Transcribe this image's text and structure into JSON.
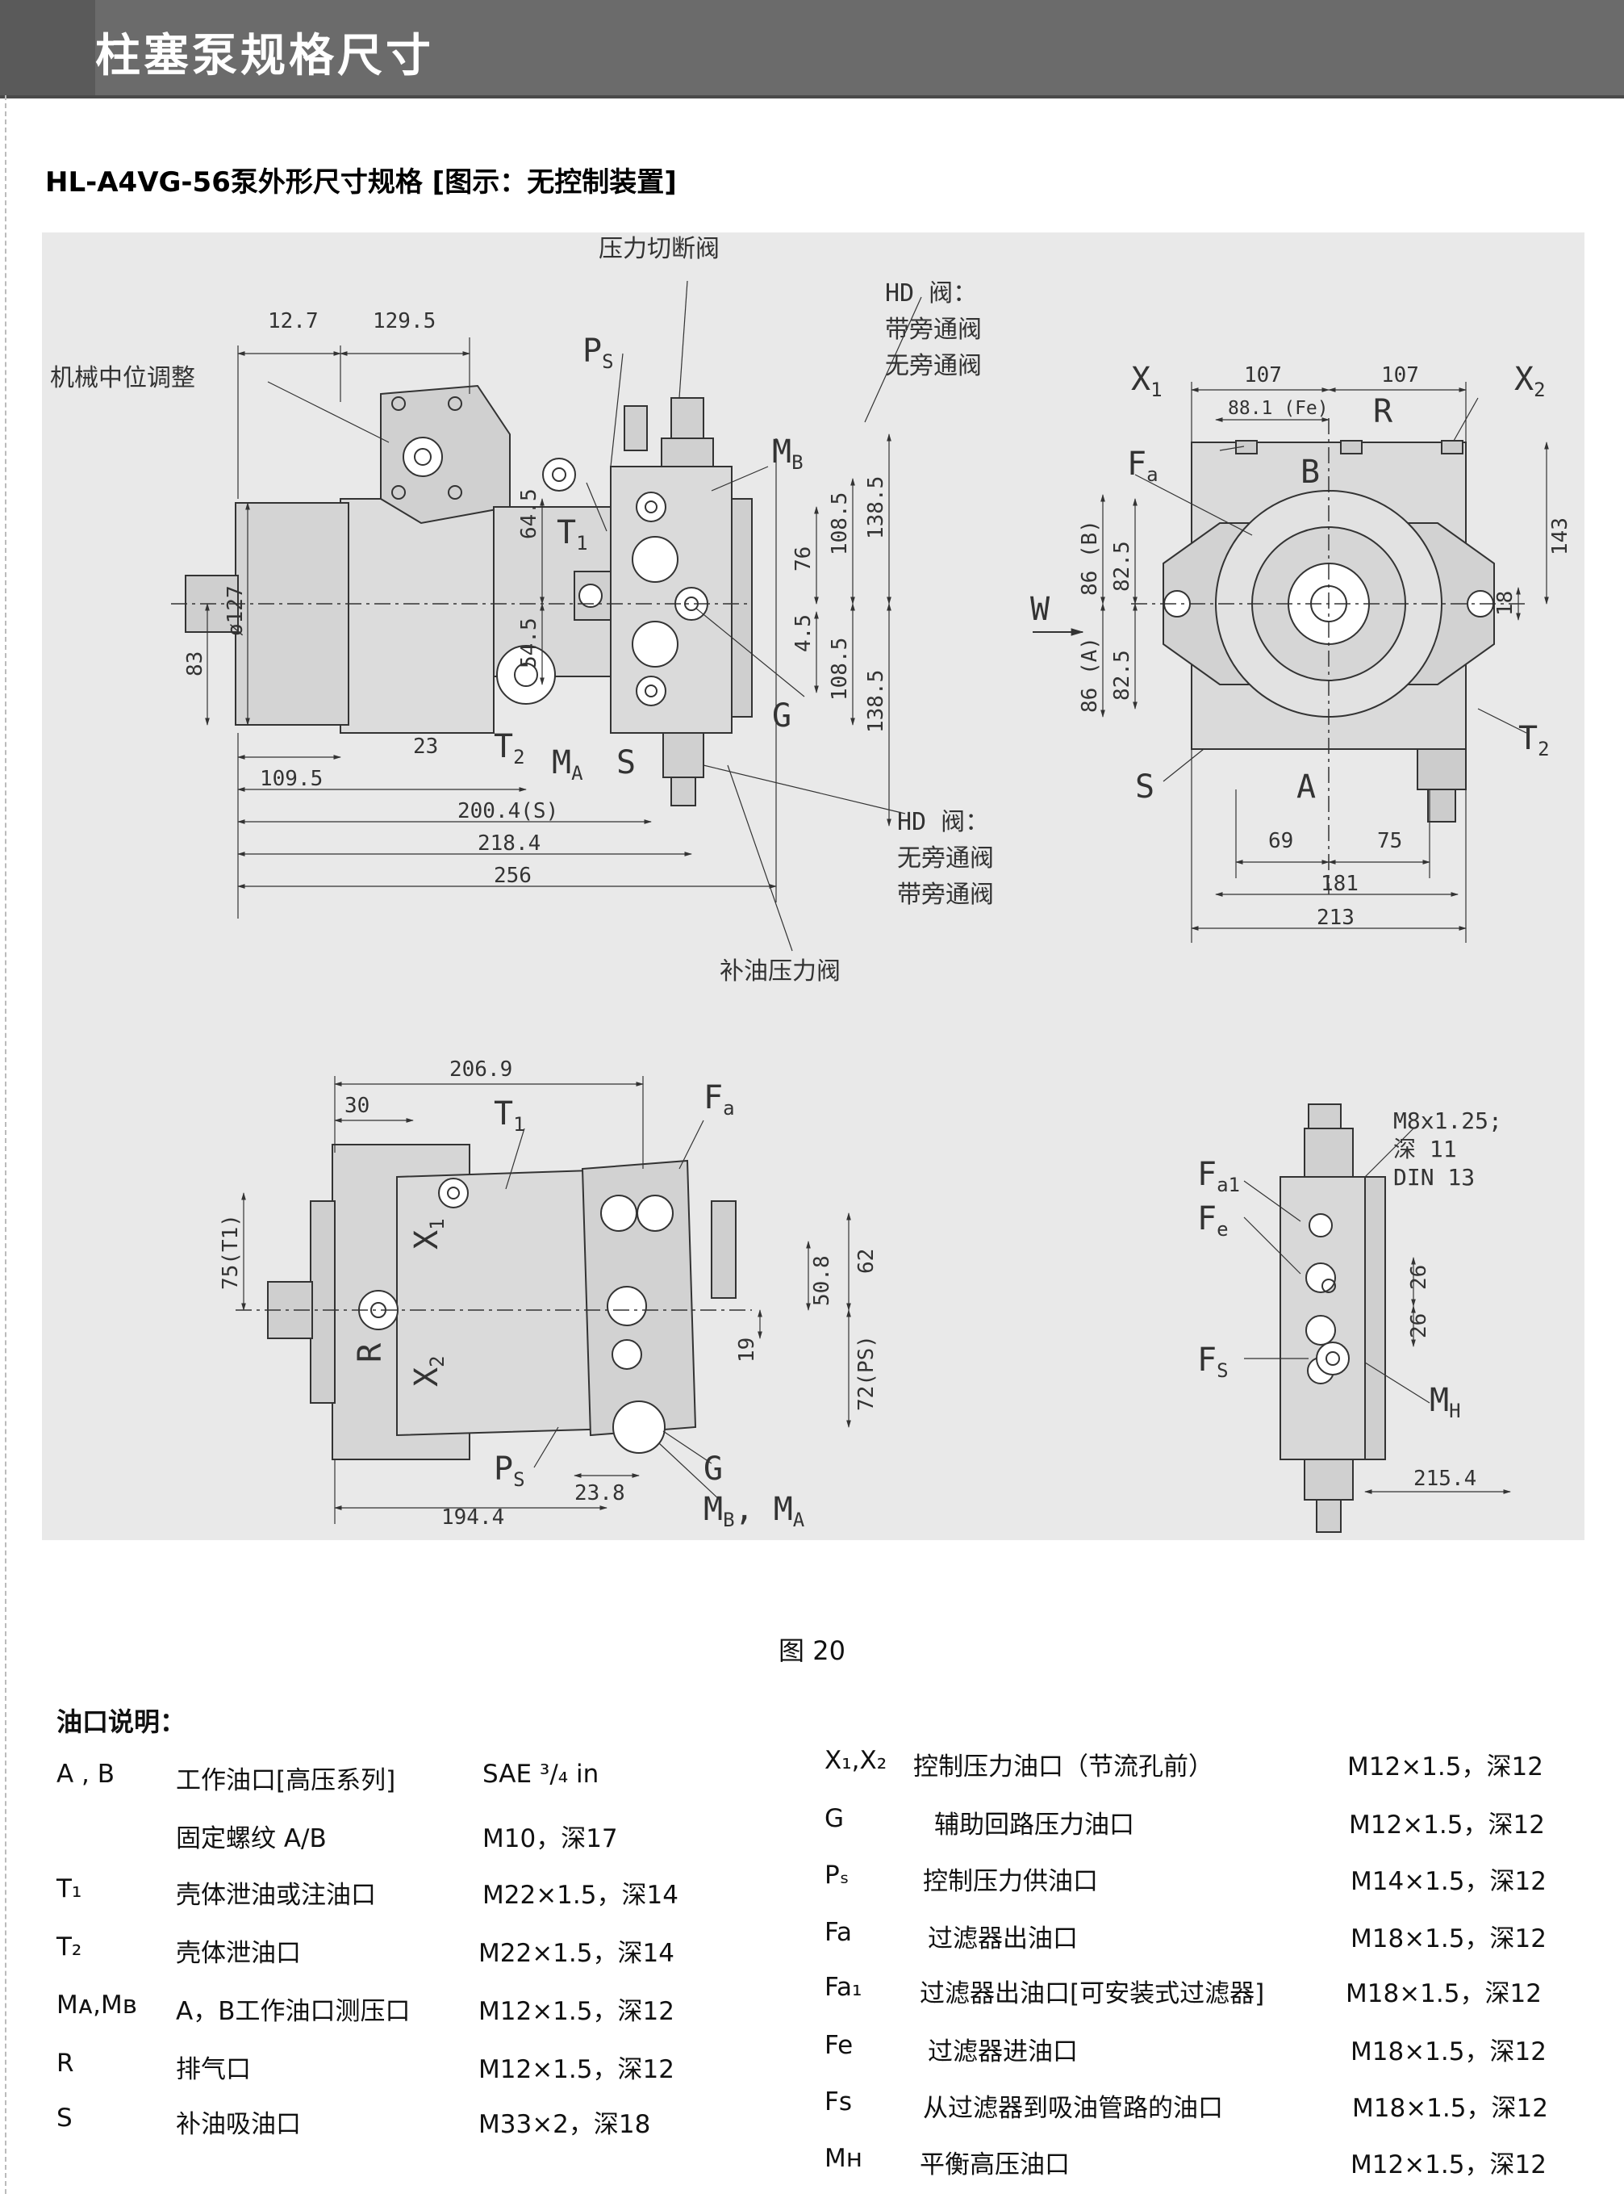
{
  "header": {
    "title": "柱塞泵规格尺寸"
  },
  "subtitle": "HL-A4VG-56泵外形尺寸规格 [图示：无控制装置]",
  "drawing": {
    "callouts": {
      "pressure_cutoff": "压力切断阀",
      "hd_valve_top": "HD 阀：",
      "bypass_with_top": "带旁通阀",
      "bypass_without_top": "无旁通阀",
      "mech_neutral": "机械中位调整",
      "hd_valve_bottom": "HD 阀：",
      "bypass_without_bottom": "无旁通阀",
      "bypass_with_bottom": "带旁通阀",
      "boost_valve": "补油压力阀",
      "thread_note_1": "M8x1.25;",
      "thread_note_2": "深 11",
      "thread_note_3": "DIN 13"
    },
    "front_dims": {
      "d12_7": "12.7",
      "d129_5": "129.5",
      "d64_5": "64.5",
      "d54_5": "54.5",
      "d127": "ø127",
      "d83": "83",
      "d23": "23",
      "d109_5": "109.5",
      "d200_4": "200.4(S)",
      "d218_4": "218.4",
      "d256": "256",
      "d76": "76",
      "d108_5a": "108.5",
      "d138_5a": "138.5",
      "d4_5": "4.5",
      "d108_5b": "108.5",
      "d138_5b": "138.5"
    },
    "front_labels": {
      "ps": "P",
      "ps_sub": "S",
      "t1": "T",
      "t1_sub": "1",
      "mb": "M",
      "mb_sub": "B",
      "t2": "T",
      "t2_sub": "2",
      "ma": "M",
      "ma_sub": "A",
      "s": "S",
      "g": "G"
    },
    "side_dims": {
      "d107a": "107",
      "d107b": "107",
      "d88_1": "88.1 (Fe)",
      "d86b": "86 (B)",
      "d82_5a": "82.5",
      "d86a": "86 (A)",
      "d82_5b": "82.5",
      "d143": "143",
      "d18": "18",
      "d69": "69",
      "d75": "75",
      "d181": "181",
      "d213": "213"
    },
    "side_labels": {
      "x1": "X",
      "x1_sub": "1",
      "r": "R",
      "x2": "X",
      "x2_sub": "2",
      "fa": "F",
      "fa_sub": "a",
      "b": "B",
      "w": "W",
      "t2": "T",
      "t2_sub": "2",
      "s": "S",
      "a": "A"
    },
    "top_dims": {
      "d206_9": "206.9",
      "d30": "30",
      "d75t1": "75(T1)",
      "d62": "62",
      "d50_8": "50.8",
      "d19": "19",
      "d72ps": "72(PS)",
      "d23_8": "23.8",
      "d194_4": "194.4"
    },
    "top_labels": {
      "fa": "F",
      "fa_sub": "a",
      "t1": "T",
      "t1_sub": "1",
      "x1": "X",
      "x1_sub": "1",
      "r": "R",
      "x2": "X",
      "x2_sub": "2",
      "ps": "P",
      "ps_sub": "S",
      "g": "G",
      "mbma": "M",
      "mbma_b": "B",
      "mbma_mid": ", M",
      "mbma_a": "A"
    },
    "detail_dims": {
      "d26a": "26",
      "d26b": "26",
      "d215_4": "215.4"
    },
    "detail_labels": {
      "fa1": "F",
      "fa1_sub": "a1",
      "fe": "F",
      "fe_sub": "e",
      "fs": "F",
      "fs_sub": "S",
      "mh": "M",
      "mh_sub": "H"
    }
  },
  "figure_caption": "图 20",
  "ports": {
    "title": "油口说明：",
    "left": [
      {
        "code": "A , B",
        "desc": "工作油口[高压系列]",
        "spec": "SAE ³/₄ in"
      },
      {
        "code": "",
        "desc": "固定螺纹 A/B",
        "spec": "M10，深17"
      },
      {
        "code": "T₁",
        "desc": "壳体泄油或注油口",
        "spec": "M22×1.5，深14"
      },
      {
        "code": "T₂",
        "desc": "壳体泄油口",
        "spec": "M22×1.5，深14"
      },
      {
        "code": "Mᴀ,Mʙ",
        "desc": "A，B工作油口测压口",
        "spec": "M12×1.5，深12"
      },
      {
        "code": "R",
        "desc": "排气口",
        "spec": "M12×1.5，深12"
      },
      {
        "code": "S",
        "desc": "补油吸油口",
        "spec": "M33×2，深18"
      }
    ],
    "right": [
      {
        "code": "X₁,X₂",
        "desc": "控制压力油口（节流孔前）",
        "spec": "M12×1.5，深12"
      },
      {
        "code": "G",
        "desc": "辅助回路压力油口",
        "spec": "M12×1.5，深12"
      },
      {
        "code": "Pₛ",
        "desc": "控制压力供油口",
        "spec": "M14×1.5，深12"
      },
      {
        "code": "Fa",
        "desc": "过滤器出油口",
        "spec": "M18×1.5，深12"
      },
      {
        "code": "Fa₁",
        "desc": "过滤器出油口[可安装式过滤器]",
        "spec": "M18×1.5，深12"
      },
      {
        "code": "Fe",
        "desc": "过滤器进油口",
        "spec": "M18×1.5，深12"
      },
      {
        "code": "Fs",
        "desc": "从过滤器到吸油管路的油口",
        "spec": "M18×1.5，深12"
      },
      {
        "code": "Mʜ",
        "desc": "平衡高压油口",
        "spec": "M12×1.5，深12"
      }
    ]
  }
}
